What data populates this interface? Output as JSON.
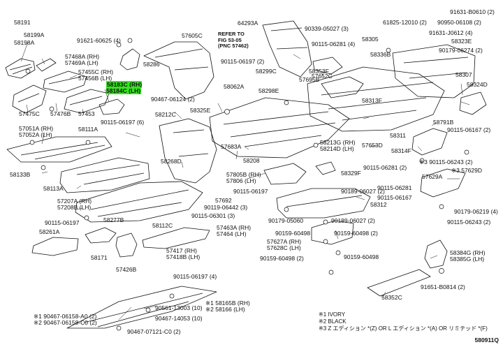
{
  "diagram_code": "580911Q",
  "ref_note": "REFER TO\nFIG 53-05\n(PNC 57462)",
  "legend": [
    "※1 IVORY",
    "※2 BLACK",
    "※3 Z エディション *(Z) OR L エディション *(A) OR リミテッド *(F)"
  ],
  "highlighted": "58183C (RH)\n58184C (LH)",
  "labels": [
    "58191",
    "58199A",
    "58198A",
    "91621-60625 (4)",
    "57605C",
    "64293A",
    "57468A (RH)\n57469A (LH)",
    "58286",
    "57455C (RH)\n57456B (LH)",
    "57475C",
    "57476B",
    "57453",
    "90115-06197 (6)",
    "57051A (RH)\n57052A (LH)",
    "58111A",
    "58133B",
    "58113A",
    "57207A (RH)\n57208B (LH)",
    "90115-06197",
    "58261A",
    "58277B",
    "58171",
    "57426B",
    "58112C",
    "57417 (RH)\n57418B (LH)",
    "57463A (RH)\n57464 (LH)",
    "90115-06301 (3)",
    "90467-06124 (2)",
    "58212C",
    "58268D",
    "57692",
    "90119-06442 (3)",
    "57805B (RH)\n57806 (LH)",
    "90115-06197",
    "58208",
    "57683A",
    "58325E",
    "58062A",
    "58299C",
    "58298E",
    "90115-06197 (2)",
    "57695B",
    "57652C",
    "58353F",
    "90339-05027 (3)",
    "58305",
    "90115-06281 (4)",
    "58336B",
    "58313F",
    "58213G (RH)\n58214D (LH)",
    "57653D",
    "58329F",
    "58312",
    "90179-05060",
    "90159-60498",
    "90159-60498 (2)",
    "90189-06027 (2)",
    "57627A (RH)\n57628C (LH)",
    "57629A",
    "90159-60498",
    "90159-60498 (2)",
    "90115-06197 (4)",
    "※1 58165B (RH)\n※2 58166 (LH)",
    "90561-13003 (10)",
    "90467-14053 (10)",
    "90467-07121-C0 (2)",
    "※1 90467-06158-A0 (2)\n※2 90467-06158-C0 (2)",
    "58352C",
    "91651-B0814 (2)",
    "58384G (RH)\n58385G (LH)",
    "90115-06243 (2)",
    "90179-06219 (4)",
    "90115-06281",
    "90115-06167",
    "90189-06027 (2)",
    "90115-06167 (2)",
    "58311",
    "58314F",
    "58791B",
    "58324D",
    "58307",
    "90179-06274 (2)",
    "58323E",
    "91631-B0610 (2)",
    "90950-06108 (2)",
    "61825-12010 (2)",
    "91631-J0612 (4)",
    "※3 57629D",
    "※3 90115-06243 (2)",
    "90115-06281 (2)"
  ],
  "parts_list": "58191, 58199A, 58198A, 91621-60625 (4), 57468A (RH), 57469A (LH), 57455C (RH), 57456B (LH), 57475C, 57476B, 57453, 58183C (RH), 58184C (LH)"
}
